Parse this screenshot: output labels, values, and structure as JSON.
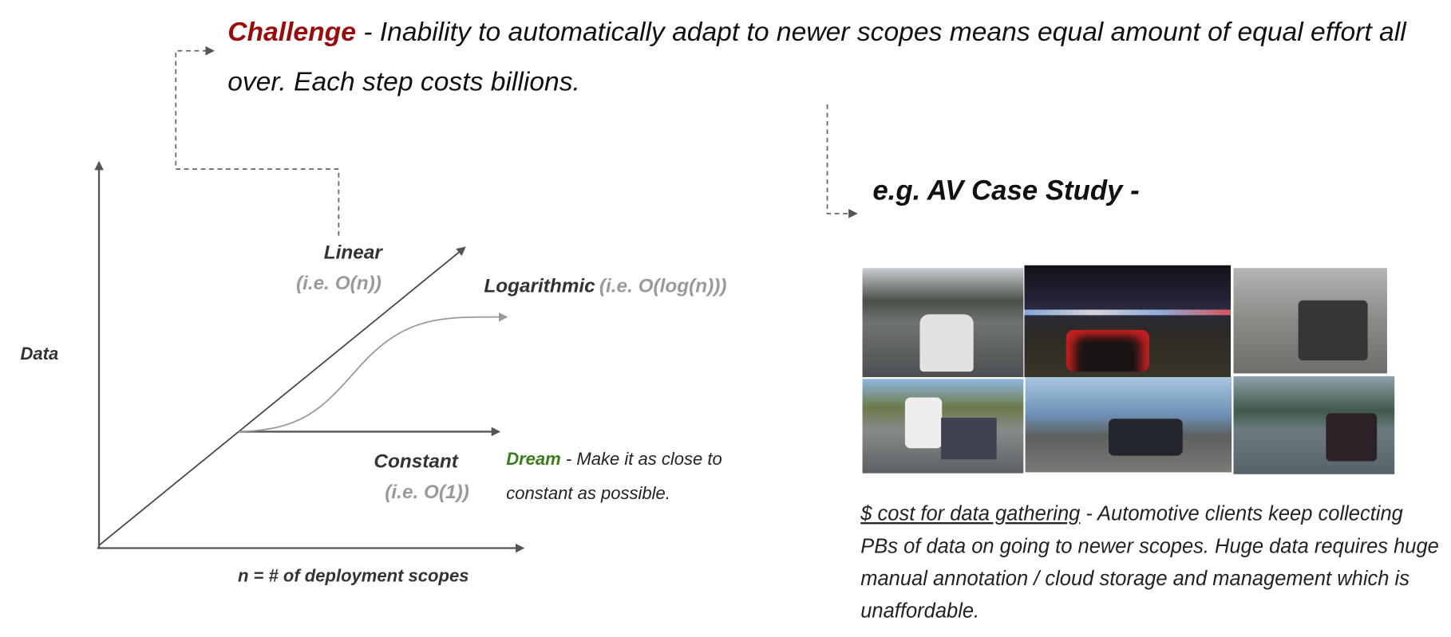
{
  "challenge": {
    "label": "Challenge",
    "text": " - Inability to automatically adapt to newer scopes means equal amount of equal effort all over. Each step costs billions."
  },
  "chart": {
    "y_axis_label": "Data",
    "x_axis_label": "n = # of deployment scopes",
    "linear": {
      "name": "Linear",
      "note": "(i.e. O(n))"
    },
    "logarithmic": {
      "name": "Logarithmic",
      "note": "(i.e. O(log(n)))"
    },
    "constant": {
      "name": "Constant",
      "note": "(i.e. O(1))"
    },
    "dream": {
      "label": "Dream",
      "line1": " - Make it as close to",
      "line2": "constant as possible."
    }
  },
  "case_study": {
    "title": "e.g. AV Case Study -",
    "photos": [
      "highway-white-sedan",
      "night-traffic",
      "foggy-pickup",
      "van-with-trailer",
      "dark-suv-blue-sky",
      "rainy-pickup"
    ],
    "cost_label": "$ cost for data gathering",
    "cost_text": " - Automotive clients keep collecting PBs of data on going to newer scopes. Huge data requires huge manual annotation / cloud storage and management which is unaffordable."
  },
  "colors": {
    "challenge": "#9b0a0a",
    "dream": "#3a7d1a",
    "note": "#9a9a9a"
  }
}
